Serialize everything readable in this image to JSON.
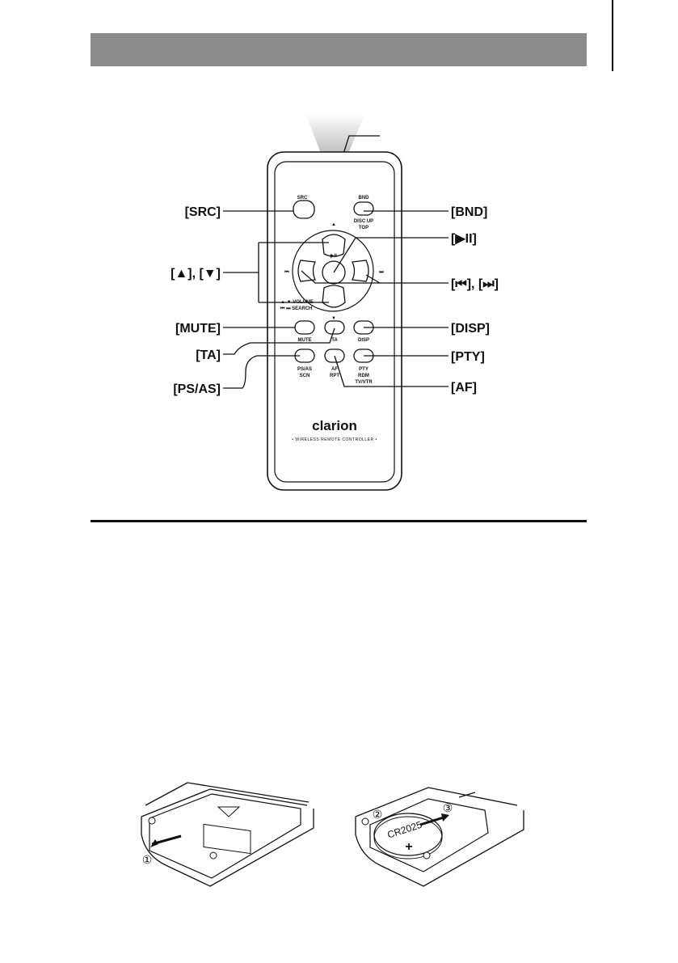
{
  "remote": {
    "brand": "clarion",
    "subtitle": "• WIRELESS REMOTE CONTROLLER •",
    "button_text": {
      "src": "SRC",
      "bnd": "BND",
      "bnd_sub1": "DISC UP",
      "bnd_sub2": "TOP",
      "play_pause": "▶II",
      "seek_back": "⏮",
      "seek_fwd": "⏭",
      "volume_legend1": "▲  ▼  VOLUME",
      "volume_legend2": "⏮ ⏭  SEARCH",
      "mute": "MUTE",
      "ta": "TA",
      "disp": "DISP",
      "psas": "PS/AS",
      "psas_sub": "SCN",
      "af": "AF",
      "af_sub": "RPT",
      "pty": "PTY",
      "pty_sub1": "RDM",
      "pty_sub2": "TV/VTR"
    }
  },
  "callouts": {
    "src": "[SRC]",
    "bnd": "[BND]",
    "play_pause": "[▶II]",
    "up_down": "[▲], [▼]",
    "seek": "[⏮], [⏭]",
    "mute": "[MUTE]",
    "disp": "[DISP]",
    "ta": "[TA]",
    "pty": "[PTY]",
    "psas": "[PS/AS]",
    "af": "[AF]"
  },
  "battery": {
    "step1": "①",
    "step2": "②",
    "step3": "③",
    "cell_label": "CR2025",
    "cell_symbol": "+"
  }
}
